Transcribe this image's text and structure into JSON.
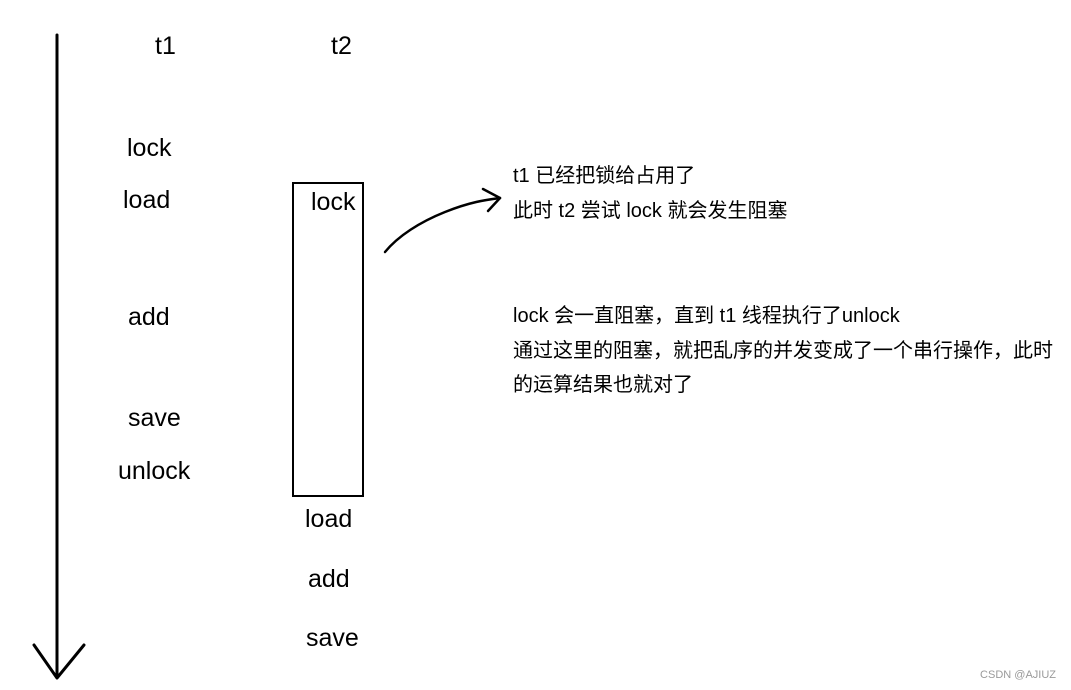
{
  "threads": {
    "t1": {
      "header": "t1",
      "steps": [
        "lock",
        "load",
        "add",
        "save",
        "unlock"
      ]
    },
    "t2": {
      "header": "t2",
      "blocked_step": "lock",
      "steps": [
        "load",
        "add",
        "save"
      ]
    }
  },
  "notes": {
    "lock_held": [
      "t1 已经把锁给占用了",
      "此时 t2 尝试 lock 就会发生阻塞"
    ],
    "serialization": [
      "lock 会一直阻塞，直到 t1 线程执行了unlock",
      "通过这里的阻塞，就把乱序的并发变成了一个串行操作，此时",
      "的运算结果也就对了"
    ]
  },
  "watermark": "CSDN @AJIUZ"
}
